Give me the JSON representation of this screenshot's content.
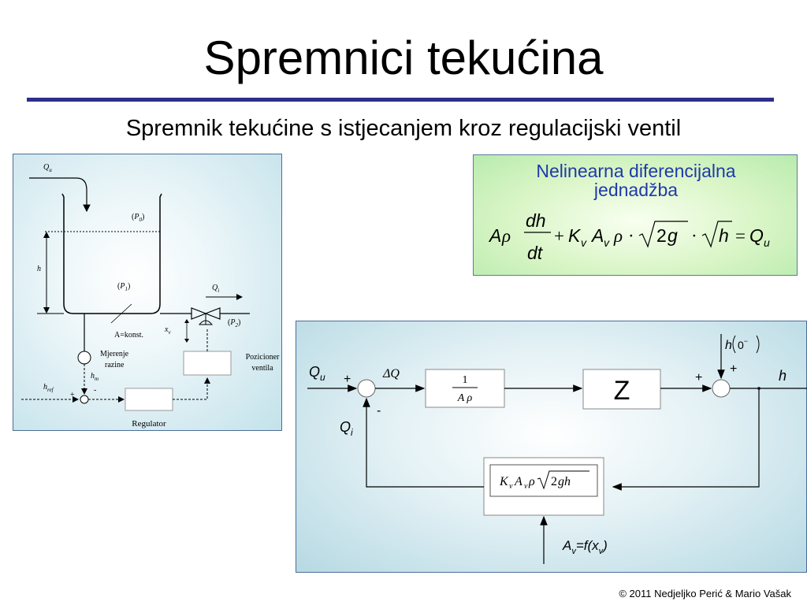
{
  "title": "Spremnici tekućina",
  "subtitle": "Spremnik tekućine s istjecanjem kroz regulacijski ventil",
  "tank_diagram": {
    "qu": "Q",
    "qu_sub": "u",
    "p0": "P",
    "p0_sub": "0",
    "h": "h",
    "p1": "P",
    "p1_sub": "1",
    "qi": "Q",
    "qi_sub": "i",
    "p2": "P",
    "p2_sub": "2",
    "a_konst": "A=konst.",
    "xv": "x",
    "xv_sub": "v",
    "mjerenje_line1": "Mjerenje",
    "mjerenje_line2": "razine",
    "hm": "h",
    "hm_sub": "m",
    "pozicioner_line1": "Pozicioner",
    "pozicioner_line2": "ventila",
    "href": "h",
    "href_sub": "ref",
    "plus": "+",
    "minus": "-",
    "regulator": "Regulator"
  },
  "equation": {
    "heading_line1": "Nelinearna diferencijalna",
    "heading_line2": "jednadžba"
  },
  "block_diagram": {
    "qu": "Q",
    "qu_sub": "u",
    "plus_left": "+",
    "delta_q": "ΔQ",
    "minus_left": "-",
    "qi": "Q",
    "qi_sub": "i",
    "gain_num": "1",
    "gain_den": "A ρ",
    "z_block": "Z",
    "plus_right": "+",
    "plus_top": "+",
    "h_out": "h",
    "h0": "h",
    "h0_arg": "0",
    "h0_sup": "−",
    "feedback": "K",
    "av_label": "A",
    "av_sub": "v",
    "av_rest": "=f(x",
    "av_end": ")"
  },
  "footer": "© 2011 Nedjeljko Perić & Mario Vašak"
}
